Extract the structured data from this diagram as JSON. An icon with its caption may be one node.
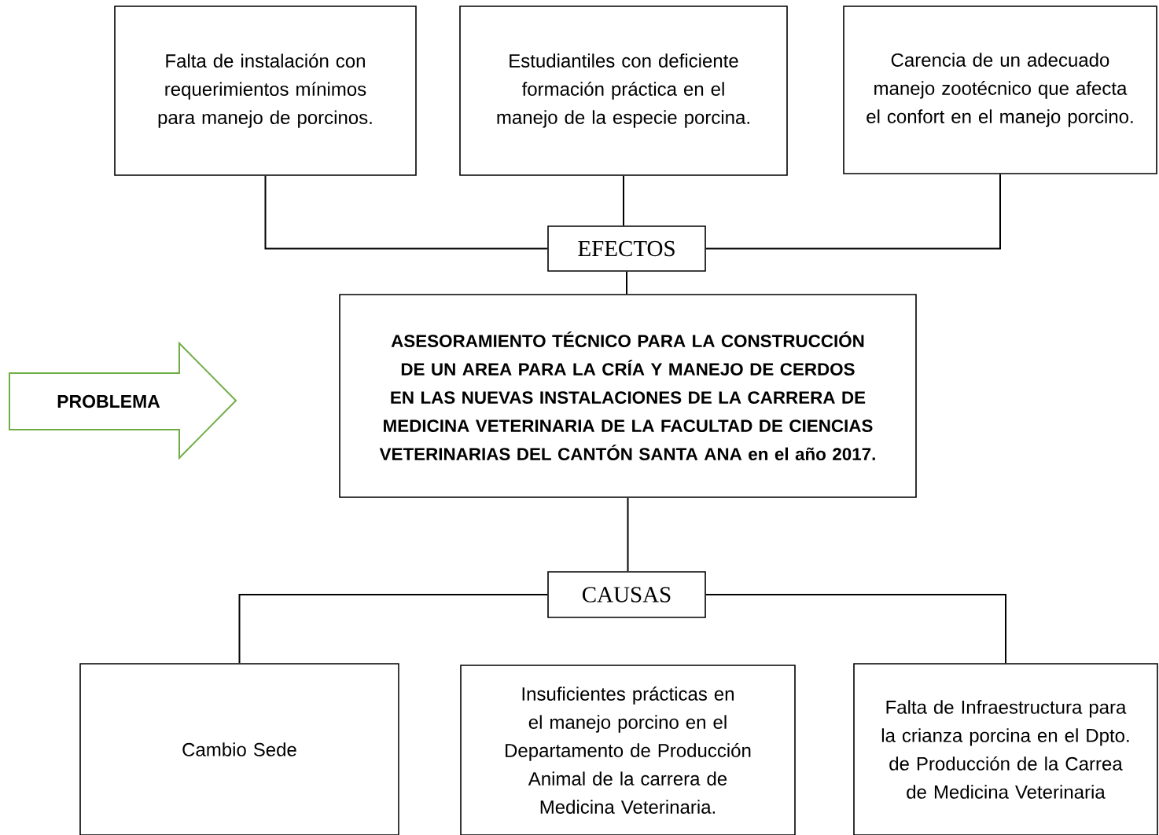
{
  "diagram": {
    "nodes": [
      {
        "text": [
          "Falta de instalación con requerimientos mínimos para manejo de porcinos."
        ]
      },
      {
        "text": [
          "Estudiantiles con deficiente formación práctica en el manejo de la especie porcina."
        ]
      },
      {
        "text": [
          "Carencia de un adecuado manejo zootécnico que afecta el confort en el manejo porcino."
        ]
      },
      {
        "text": [
          "EFECTOS"
        ]
      },
      {
        "text": [
          "ASESORAMIENTO TÉCNICO PARA LA CONSTRUCCIÓN DE UN AREA PARA LA CRÍA Y MANEJO DE CERDOS EN LAS NUEVAS INSTALACIONES DE LA CARRERA DE MEDICINA VETERINARIA DE LA FACULTAD DE CIENCIAS VETERINARIAS DEL CANTÓN SANTA ANA en el año 2017."
        ]
      },
      {
        "text": [
          "PROBLEMA"
        ]
      },
      {
        "text": [
          "CAUSAS"
        ]
      },
      {
        "text": [
          "Cambio Sede"
        ]
      },
      {
        "text": [
          "Insuficientes prácticas en el manejo porcino en el Departamento de Producción Animal de la carrera de Medicina Veterinaria."
        ]
      },
      {
        "text": [
          "Falta de Infraestructura para la crianza porcina en el Dpto. de Producción de la Carrea de Medicina Veterinaria"
        ]
      }
    ],
    "edges": [
      {
        "from": 0,
        "to": 3,
        "arrow": "none"
      },
      {
        "from": 1,
        "to": 3,
        "arrow": "none"
      },
      {
        "from": 2,
        "to": 3,
        "arrow": "none"
      },
      {
        "from": 3,
        "to": 4,
        "arrow": "none"
      },
      {
        "from": 4,
        "to": 6,
        "arrow": "none"
      },
      {
        "from": 6,
        "to": 7,
        "arrow": "none"
      },
      {
        "from": 6,
        "to": 9,
        "arrow": "none"
      }
    ]
  }
}
